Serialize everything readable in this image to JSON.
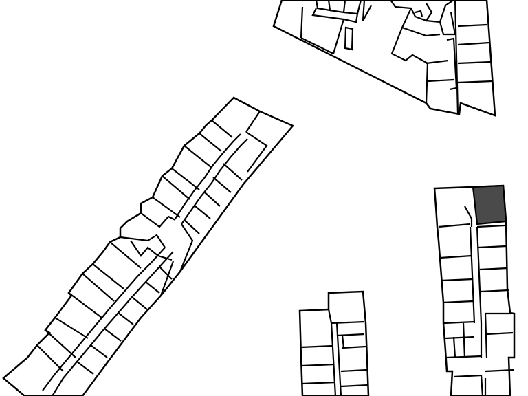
{
  "map": {
    "background": "#ffffff",
    "line_color": "#000000",
    "highlight_color": "#4a4a4a",
    "buildings": [
      {
        "name": "building-north"
      },
      {
        "name": "building-diagonal"
      },
      {
        "name": "building-east"
      },
      {
        "name": "building-south"
      }
    ],
    "selected_unit": {
      "building": "building-east",
      "shown_as": "dark-grey fill"
    }
  }
}
